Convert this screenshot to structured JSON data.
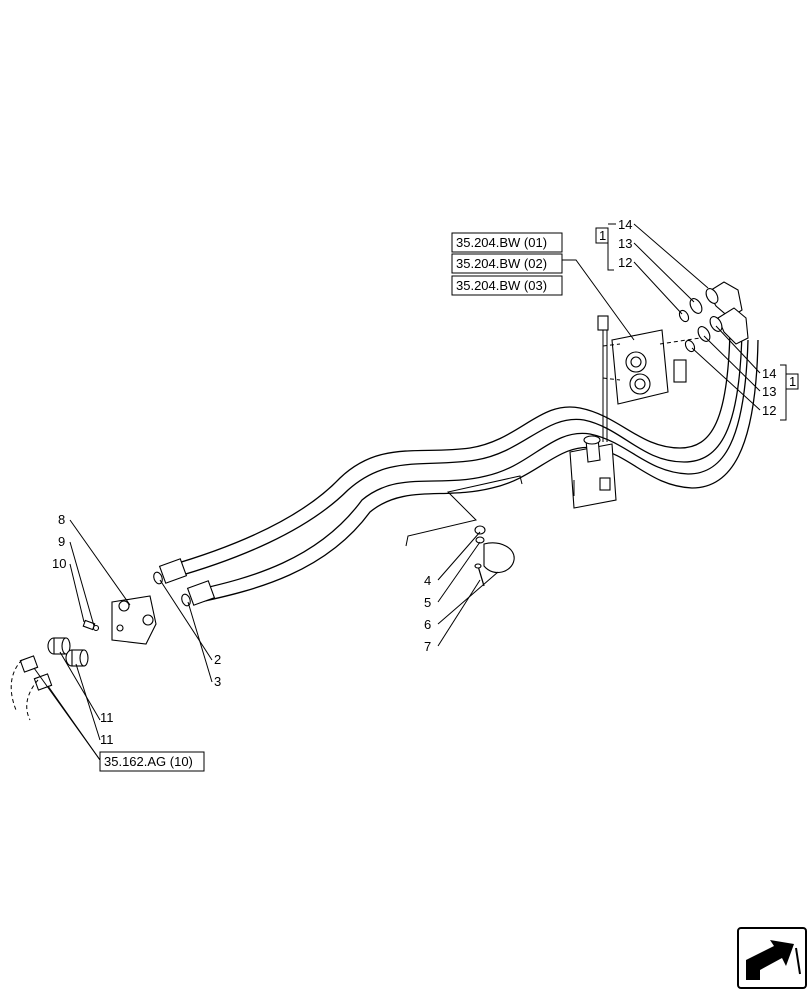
{
  "references": {
    "ref_01": "35.204.BW (01)",
    "ref_02": "35.204.BW (02)",
    "ref_03": "35.204.BW (03)",
    "ref_04": "35.162.AG (10)"
  },
  "kit_marker": "1",
  "callouts": {
    "c14a": "14",
    "c13a": "13",
    "c12a": "12",
    "c14b": "14",
    "c13b": "13",
    "c12b": "12",
    "c8": "8",
    "c9": "9",
    "c10": "10",
    "c11a": "11",
    "c11b": "11",
    "c2": "2",
    "c3": "3",
    "c4": "4",
    "c5": "5",
    "c6": "6",
    "c7": "7"
  },
  "nav_icon": "next-page-arrow-icon"
}
